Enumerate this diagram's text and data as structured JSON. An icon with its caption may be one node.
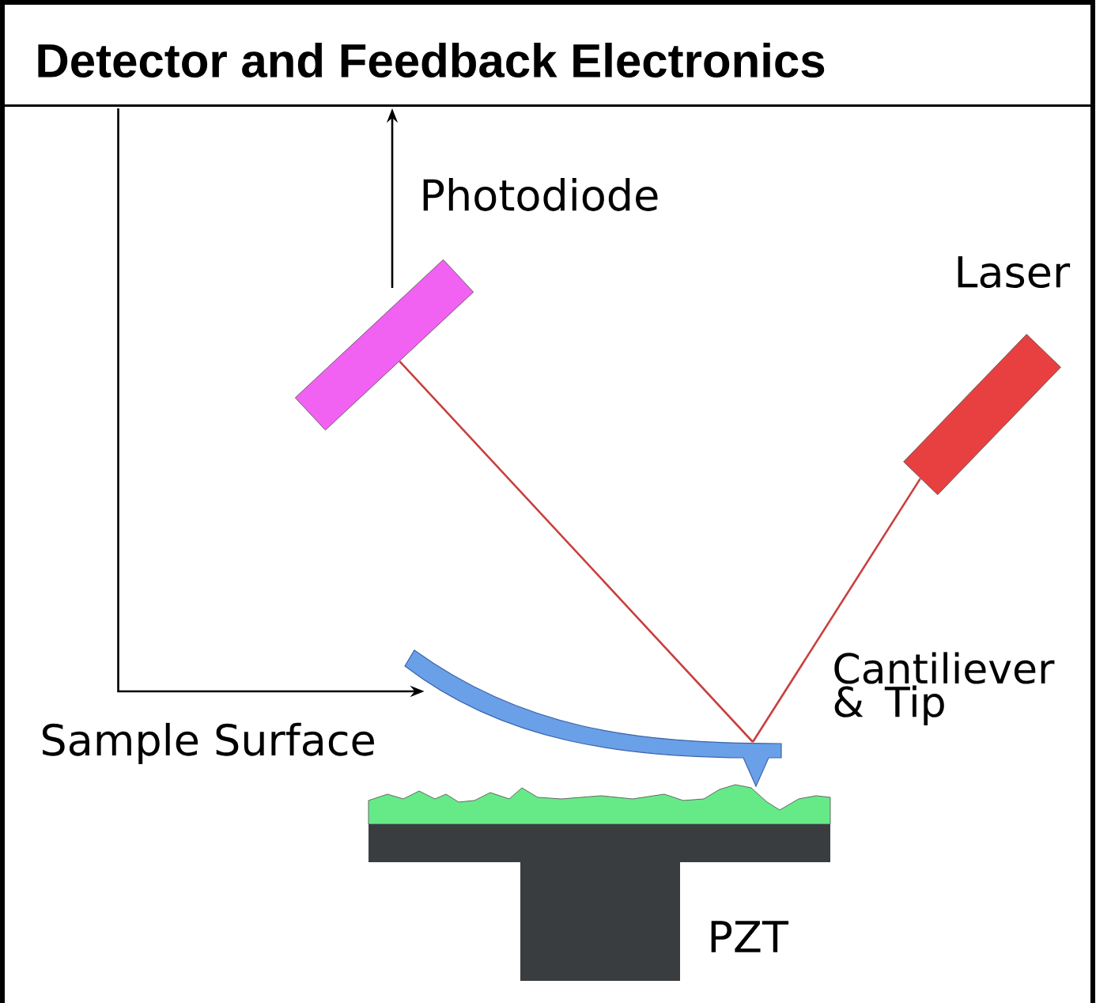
{
  "diagram": {
    "title": "Detector and Feedback Electronics",
    "nodes": [
      {
        "text": [],
        "shape": "box"
      },
      {
        "text": [],
        "shape": "box",
        "beside": [
          "Photodiode"
        ]
      },
      {
        "text": [],
        "shape": "box",
        "beside": [
          "Laser"
        ]
      },
      {
        "text": [],
        "shape": "bar",
        "beside": [
          "Cantiliever & Tip"
        ]
      },
      {
        "text": [],
        "shape": "box",
        "beside": [
          "Sample Surface"
        ]
      },
      {
        "text": [],
        "shape": "box",
        "beside": [
          "PZT"
        ]
      }
    ],
    "edges": [
      {
        "from": 1,
        "to": 0,
        "arrow": "to"
      },
      {
        "from": 0,
        "to": 3,
        "arrow": "to"
      },
      {
        "from": 2,
        "to": 3,
        "arrow": "none",
        "color": "#c8403f"
      },
      {
        "from": 3,
        "to": 1,
        "arrow": "none",
        "color": "#c8403f"
      }
    ]
  }
}
